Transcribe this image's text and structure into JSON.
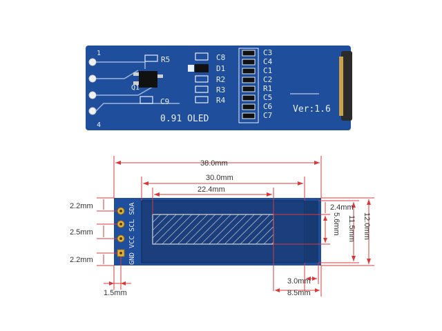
{
  "colors": {
    "pcb": "#1f4e9c",
    "pcb_dark": "#16407f",
    "silkscreen": "#e8eef8",
    "dimension_line": "#d9383a",
    "pad": "#e2b33c",
    "panel": "#0d0d0d",
    "connector": "#2b2b2b"
  },
  "back_view": {
    "board_label": "0.91 OLED",
    "version_label": "Ver:1.6",
    "pin_markers": [
      "1",
      "4"
    ],
    "components_left": [
      "R5",
      "Q1",
      "C9"
    ],
    "components_middle": [
      "C8",
      "D1",
      "R2",
      "R3",
      "R4"
    ],
    "components_right": [
      "C3",
      "C4",
      "C1",
      "C2",
      "R1",
      "C5",
      "C6",
      "C7"
    ]
  },
  "front_view": {
    "pin_labels": [
      "GND",
      "VCC",
      "SCL",
      "SDA"
    ],
    "dimensions": {
      "overall_width": "38.0mm",
      "panel_width": "30.0mm",
      "active_area_width": "22.4mm",
      "active_area_height": "5.6mm",
      "panel_top_offset": "2.4mm",
      "panel_height": "11.5mm",
      "board_height": "12.0mm",
      "pin_top_margin": "2.2mm",
      "pin_pitch": "2.5mm",
      "pin_bottom_margin": "2.2mm",
      "pin_edge_offset": "1.5mm",
      "flex_width": "3.0mm",
      "panel_right_margin": "8.5mm"
    }
  }
}
